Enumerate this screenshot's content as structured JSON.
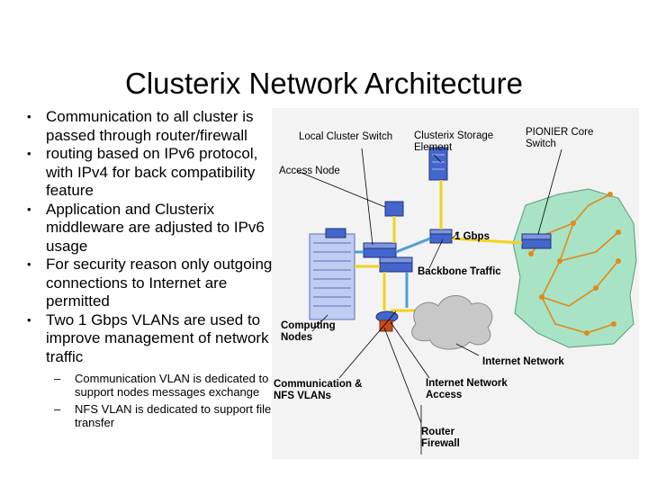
{
  "slide": {
    "title": "Clusterix Network Architecture",
    "bullets": [
      "Communication to all cluster is passed through router/firewall",
      "routing based on IPv6 protocol, with IPv4 for back compatibility feature",
      "Application and Clusterix middleware are adjusted to IPv6 usage",
      "For security reason only outgoing connections to Internet are permitted",
      "Two 1 Gbps VLANs are used to improve management of network traffic"
    ],
    "sub_bullets": [
      "Communication VLAN is dedicated to support nodes messages exchange",
      "NFS VLAN is dedicated to support file transfer"
    ]
  },
  "diagram": {
    "labels": {
      "local_switch": "Local Cluster Switch",
      "access_node": "Access Node",
      "storage": "Clusterix Storage Element",
      "pionier": "PIONIER Core Switch",
      "gbps": "1 Gbps",
      "backbone": "Backbone Traffic",
      "computing": "Computing Nodes",
      "internet": "Internet Network",
      "vlans": "Communication & NFS VLANs",
      "internet_access": "Internet Network Access",
      "router": "Router Firewall"
    },
    "colors": {
      "panel": "#f3f3f3",
      "device_blue": "#4466cc",
      "link_yellow": "#f2d21c",
      "link_blue": "#4aa0d8",
      "map_green": "#a8e3c5",
      "route_orange": "#e08a1a",
      "cloud": "#c8c8c8"
    },
    "icons": [
      "server-rack-icon",
      "network-switch-icon",
      "router-icon",
      "cloud-icon",
      "poland-map-icon"
    ]
  }
}
